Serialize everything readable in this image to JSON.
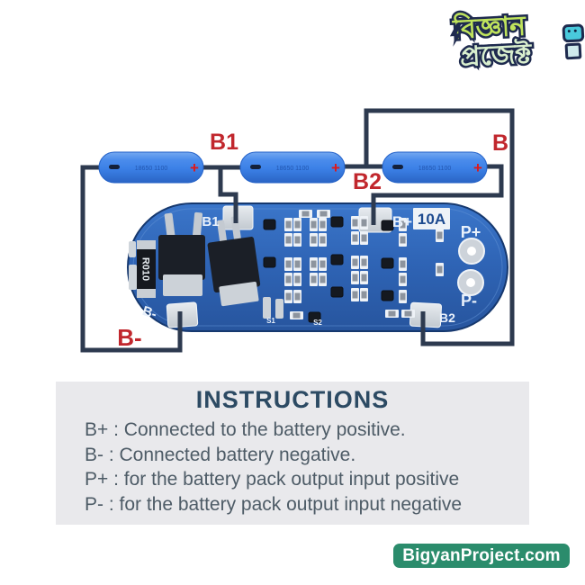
{
  "logo": {
    "name": "Bigyan Project",
    "line1": "বিজ্ঞান",
    "line2": "প্রজেক্ট",
    "accent_green": "#bfe35c",
    "outline_navy": "#1e2a4e"
  },
  "diagram": {
    "wire_color": "#2d3a4f",
    "label_color": "#c1272d",
    "battery_color": "#3b80e6",
    "battery_plus": "+",
    "battery_print": "18650 1100",
    "labels": {
      "b1": "B1",
      "b2": "B2",
      "b": "B",
      "b_minus": "B-"
    },
    "board": {
      "color": "#2e63b4",
      "rating": "10A",
      "resistor_label": "R010",
      "silkscreen": {
        "b1": "B1",
        "b_minus": "B-",
        "b_plus": "B+",
        "b2": "B2",
        "p_plus": "P+",
        "p_minus": "P-",
        "s1": "S1",
        "s2": "S2"
      }
    }
  },
  "instructions": {
    "title": "INSTRUCTIONS",
    "lines": [
      "B+ : Connected to the battery positive.",
      "B- : Connected battery negative.",
      "P+ : for the battery pack output input positive",
      "P- : for the battery pack output input negative"
    ]
  },
  "footer": {
    "badge_label": "BigyanProject.com",
    "badge_color": "#2b8c6c"
  }
}
